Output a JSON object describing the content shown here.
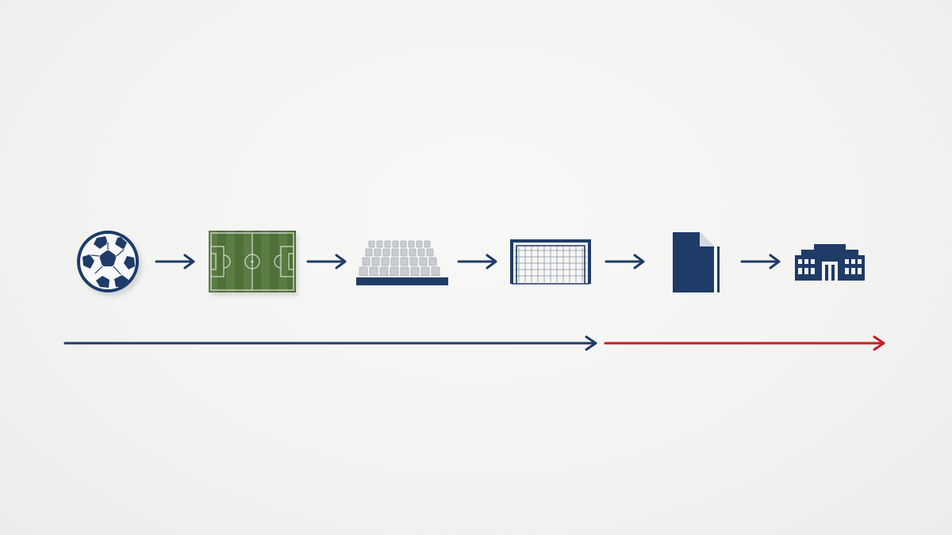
{
  "diagram": {
    "icons": [
      {
        "id": "soccer-ball",
        "icon": "soccer-ball-icon"
      },
      {
        "id": "pitch",
        "icon": "soccer-pitch-icon"
      },
      {
        "id": "stands",
        "icon": "stadium-seats-icon"
      },
      {
        "id": "goal",
        "icon": "goal-net-icon"
      },
      {
        "id": "document",
        "icon": "document-icon"
      },
      {
        "id": "building",
        "icon": "building-icon"
      }
    ],
    "flow_arrows": 5,
    "timeline": {
      "segments": [
        {
          "id": "phase-1",
          "color": "#1f3b67"
        },
        {
          "id": "phase-2",
          "color": "#c91d25"
        }
      ]
    },
    "colors": {
      "background": "#f3f3f1",
      "navy": "#1f3b67",
      "red": "#c91d25",
      "pitch_green": "#4f6f39",
      "seat_grey": "#c9ccd1"
    }
  }
}
